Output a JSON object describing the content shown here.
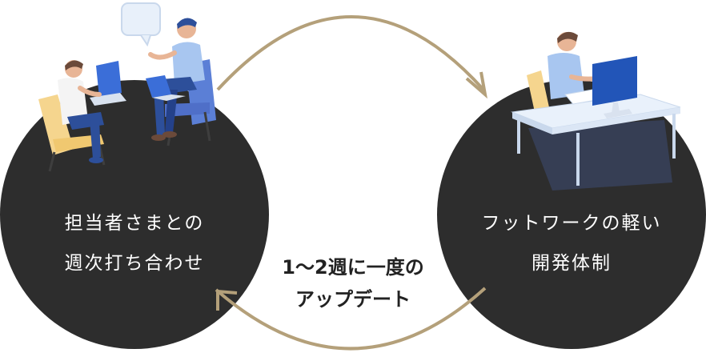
{
  "colors": {
    "circle": "#2d2d2d",
    "arrow": "#b4a07a",
    "label_light": "#ffffff",
    "label_dark": "#222222"
  },
  "left_circle": {
    "line1": "担当者さまとの",
    "line2": "週次打ち合わせ",
    "illustration": "two-people-meeting-illustration"
  },
  "right_circle": {
    "line1": "フットワークの軽い",
    "line2": "開発体制",
    "illustration": "developer-at-desk-illustration"
  },
  "center": {
    "line1": "1〜2週に一度の",
    "line2": "アップデート"
  }
}
